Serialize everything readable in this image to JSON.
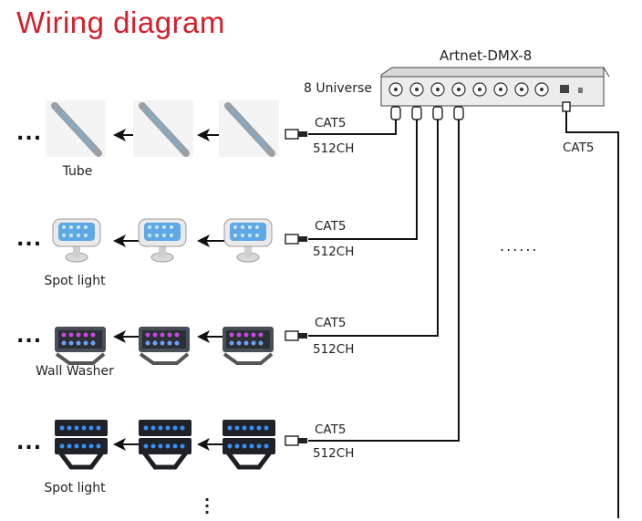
{
  "title": "Wiring diagram",
  "device": {
    "name": "Artnet-DMX-8",
    "universe_label": "8 Universe",
    "net_cable": "CAT5"
  },
  "rows": [
    {
      "fixture": "Tube",
      "cable": "CAT5",
      "channels": "512CH"
    },
    {
      "fixture": "Spot light",
      "cable": "CAT5",
      "channels": "512CH"
    },
    {
      "fixture": "Wall Washer",
      "cable": "CAT5",
      "channels": "512CH"
    },
    {
      "fixture": "Spot light",
      "cable": "CAT5",
      "channels": "512CH"
    }
  ],
  "continuation_marker": "...",
  "more_outputs": "......"
}
